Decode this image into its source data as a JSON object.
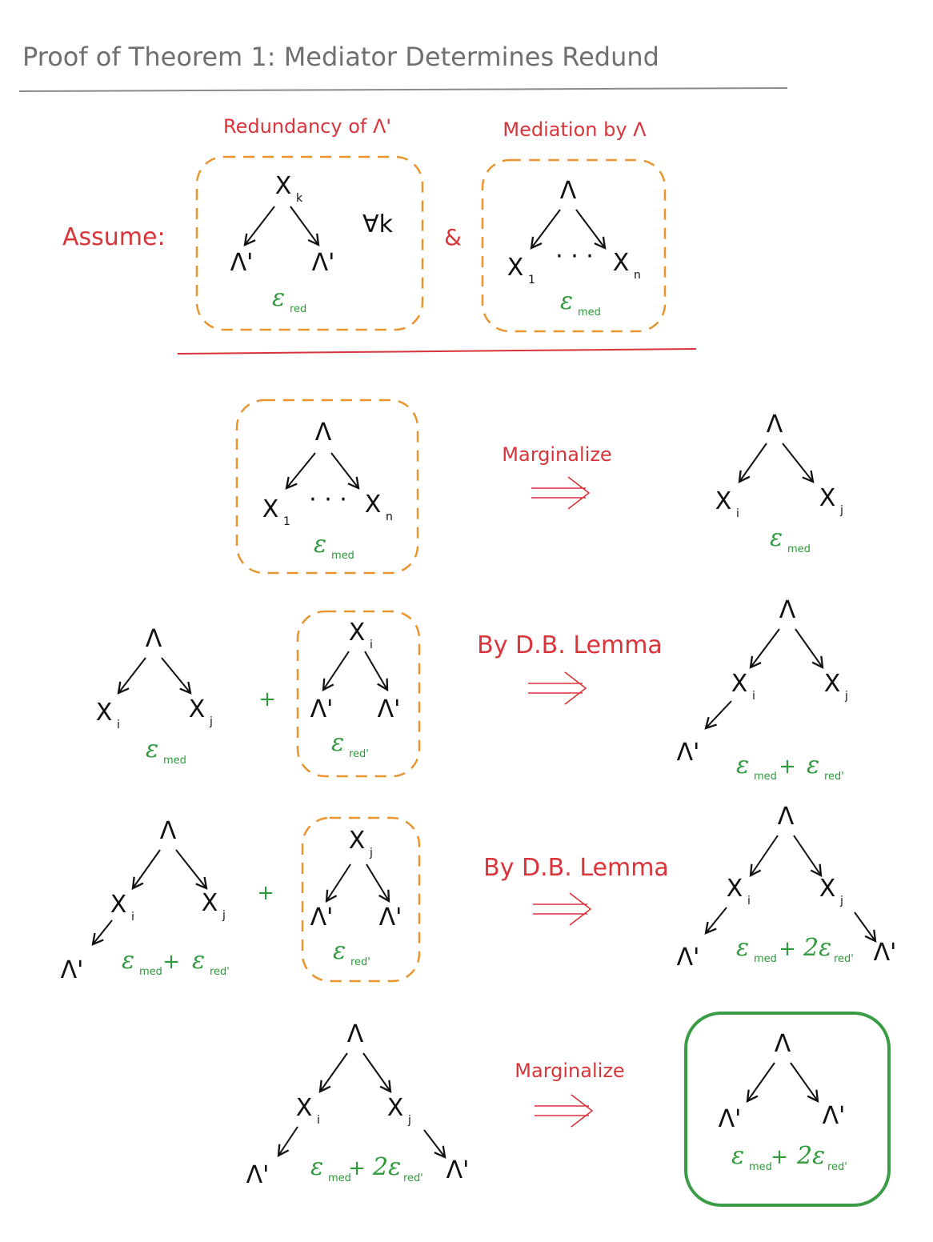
{
  "title": "Proof of Theorem 1: Mediator Determines Redund",
  "assume_label": "Assume:",
  "ampersand": "&",
  "redundancy_label": "Redundancy of Λ'",
  "mediation_label": "Mediation by Λ",
  "forall": "∀k",
  "dots": "· · ·",
  "marginalize_label": "Marginalize",
  "db_lemma_label": "By D.B. Lemma",
  "plus": "+",
  "symbols": {
    "lambda": "Λ",
    "lambda_prime": "Λ'",
    "x": "X",
    "epsilon": "ε",
    "two_epsilon": "2ε",
    "sub_k": "k",
    "sub_1": "1",
    "sub_n": "n",
    "sub_i": "i",
    "sub_j": "j",
    "sub_red": "red",
    "sub_med": "med",
    "sub_red_prime": "red'"
  },
  "colors": {
    "title": "#6f6f6f",
    "red": "#d9343a",
    "green": "#2f9a3b",
    "orange_dashed": "#e8952f",
    "ink": "#111111",
    "final_box": "#3a9c45"
  }
}
